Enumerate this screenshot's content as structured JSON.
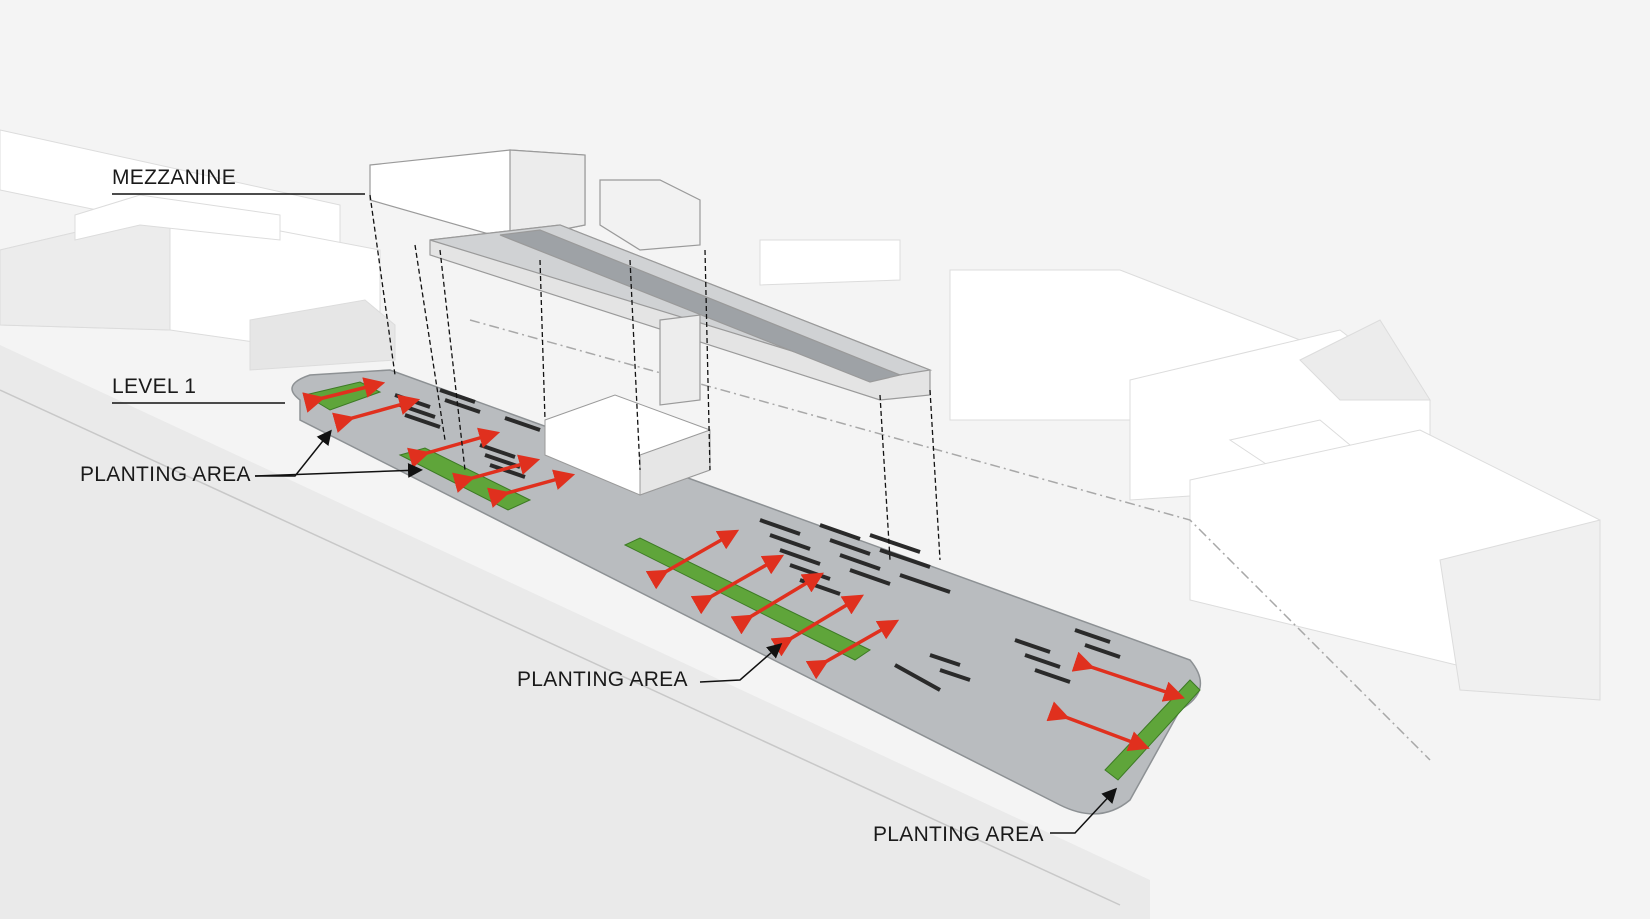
{
  "labels": {
    "mezzanine": "MEZZANINE",
    "level1": "LEVEL 1",
    "planting_1": "PLANTING AREA",
    "planting_2": "PLANTING AREA",
    "planting_3": "PLANTING AREA"
  },
  "colors": {
    "background": "#f4f4f4",
    "building": "#ffffff",
    "building_edge": "#d4d4d4",
    "platform": "#b9bcbf",
    "planting": "#5fa53a",
    "arrow": "#e0301e",
    "seating": "#2a2a2a",
    "leader": "#111111"
  }
}
